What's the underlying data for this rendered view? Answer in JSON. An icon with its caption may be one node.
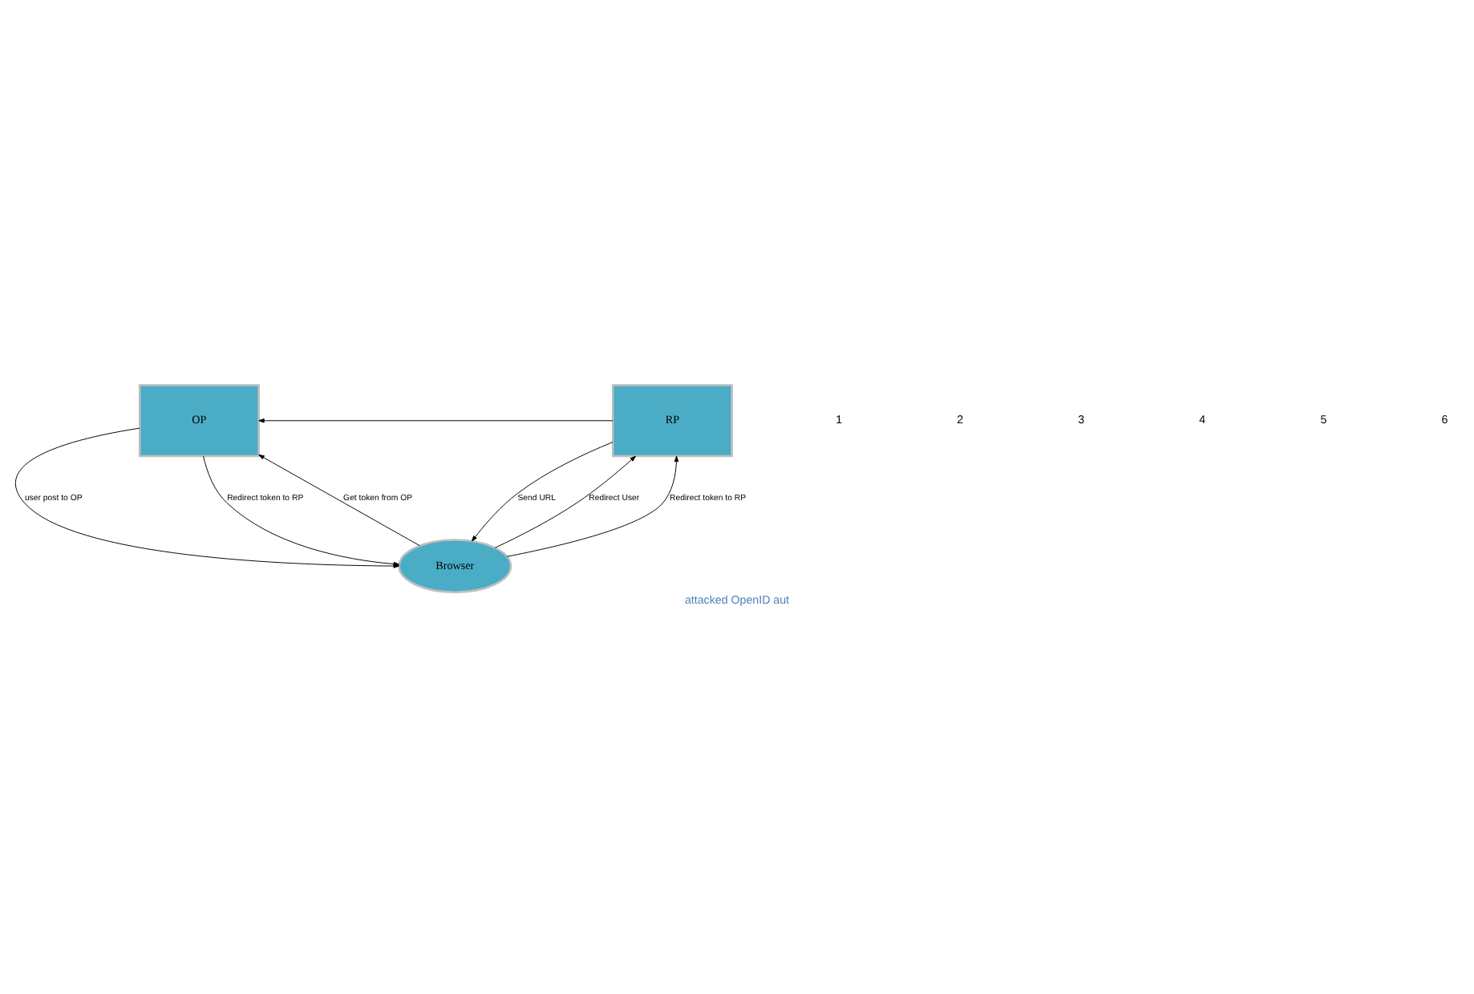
{
  "diagram": {
    "caption": "attacked OpenID aut",
    "nodes": [
      {
        "text": [
          "OP"
        ]
      },
      {
        "text": [
          "RP"
        ]
      },
      {
        "text": [
          "Browser"
        ]
      }
    ],
    "edges": [
      {
        "from": 1,
        "to": 0,
        "arrow": "to"
      },
      {
        "from": 1,
        "to": 2,
        "arrow": "to",
        "label": "Send URL"
      },
      {
        "from": 2,
        "to": 1,
        "arrow": "to",
        "label": "Redirect User"
      },
      {
        "from": 2,
        "to": 0,
        "arrow": "to",
        "label": "Get token from OP"
      },
      {
        "from": 0,
        "to": 2,
        "arrow": "to",
        "label": "user post to OP"
      },
      {
        "from": 0,
        "to": 2,
        "arrow": "to",
        "label": "Redirect token to RP"
      },
      {
        "from": 2,
        "to": 1,
        "arrow": "to",
        "label": "Redirect token to RP"
      }
    ],
    "labels": [
      "1",
      "2",
      "3",
      "4",
      "5",
      "6"
    ]
  }
}
